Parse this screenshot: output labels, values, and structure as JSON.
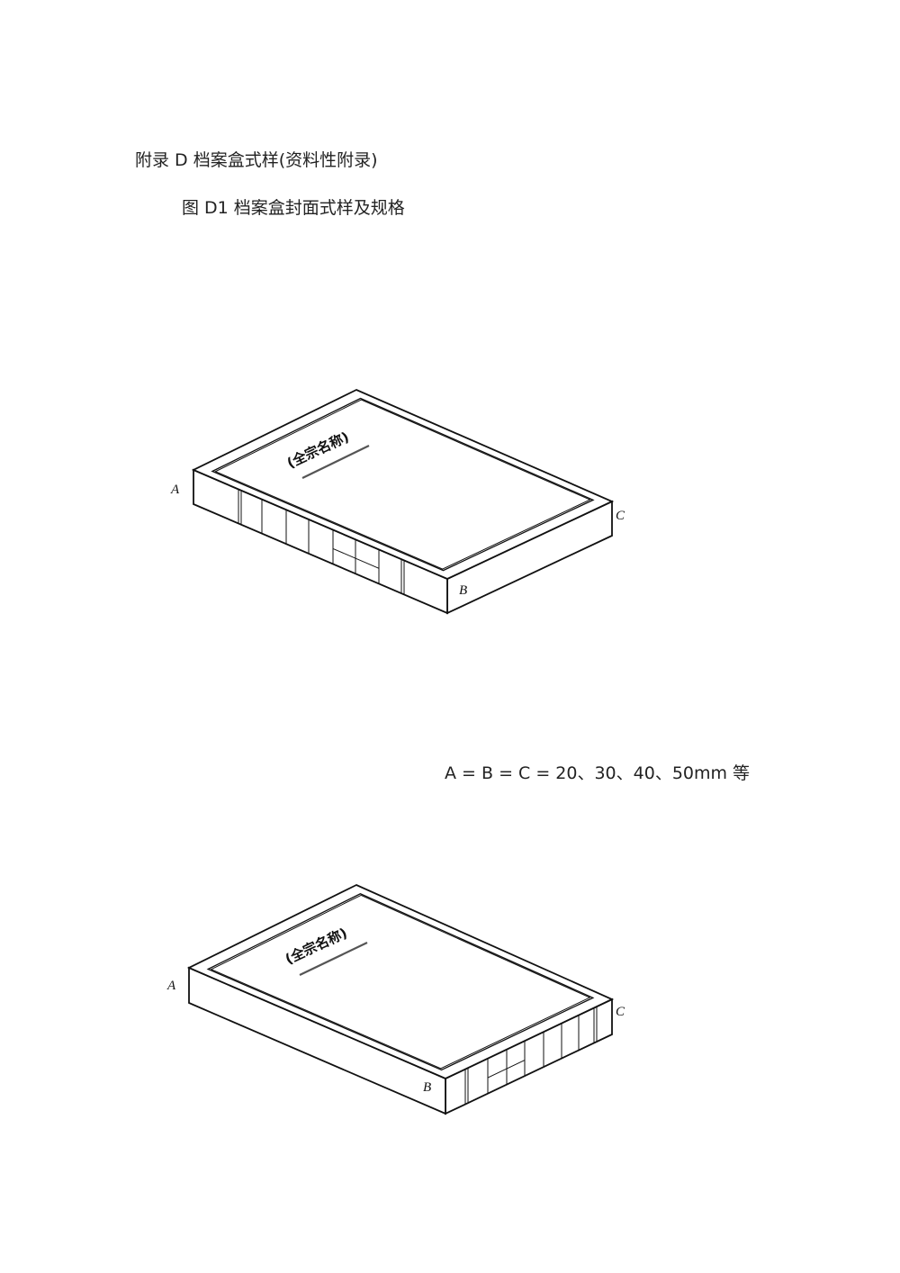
{
  "appendix_title": "附录 D 档案盒式样(资料性附录)",
  "figure_caption": "图 D1  档案盒封面式样及规格",
  "spec_note": "A = B = C = 20、30、40、50mm 等",
  "diagrams": [
    {
      "cover_text": "(全宗名称)",
      "labels": {
        "a": "A",
        "b": "B",
        "c": "C"
      },
      "spine_side": "left"
    },
    {
      "cover_text": "(全宗名称)",
      "labels": {
        "a": "A",
        "b": "B",
        "c": "C"
      },
      "spine_side": "right"
    }
  ]
}
